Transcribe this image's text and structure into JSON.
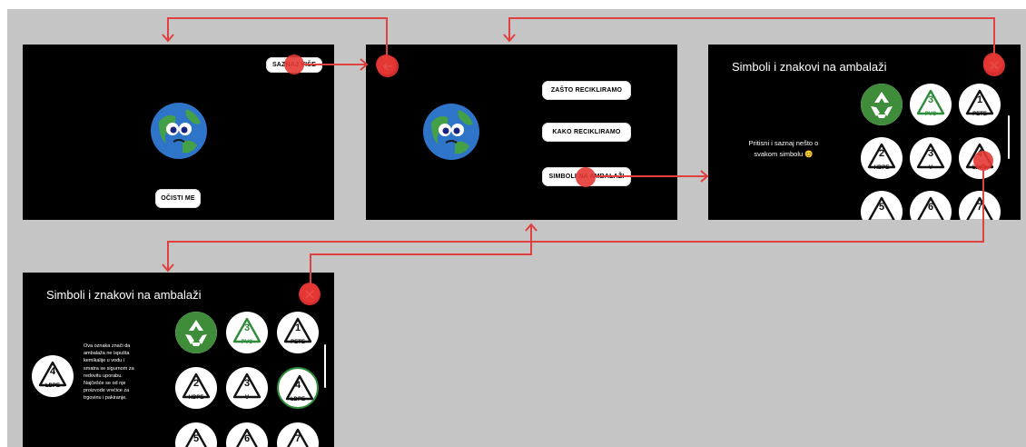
{
  "frame1": {
    "learn_more_label": "SAZNAJ VIŠE",
    "clean_me_label": "OČISTI ME"
  },
  "frame2": {
    "why_label": "ZAŠTO RECIKLIRAMO",
    "how_label": "KAKO RECIKLIRAMO",
    "symbols_label": "SIMBOLI NA AMBALAŽI"
  },
  "frame3": {
    "title": "Simboli i znakovi na ambalaži",
    "hint_line1": "Pritisni i saznaj nešto o",
    "hint_line2": "svakom simbolu 😊"
  },
  "frame4": {
    "title": "Simboli i znakovi na ambalaži",
    "selected_symbol": {
      "number": "4",
      "code": "LDPE"
    },
    "description": [
      "Ova oznaka znači da",
      "ambalaža ne ispušta",
      "kemikalije u vodu i",
      "smatra se sigurnom za",
      "redovitu uporabu.",
      "Najčešće se od nje",
      "proizvode vrećice za",
      "trgovinu i pakiranje."
    ]
  },
  "symbols": [
    {
      "number": "",
      "code": "",
      "style": "recycle-green"
    },
    {
      "number": "3",
      "code": "PVC",
      "style": "green"
    },
    {
      "number": "1",
      "code": "PETE",
      "style": "black"
    },
    {
      "number": "2",
      "code": "HDPE",
      "style": "black"
    },
    {
      "number": "3",
      "code": "V",
      "style": "black"
    },
    {
      "number": "4",
      "code": "LDPE",
      "style": "black"
    },
    {
      "number": "5",
      "code": "",
      "style": "black"
    },
    {
      "number": "6",
      "code": "",
      "style": "black"
    },
    {
      "number": "7",
      "code": "",
      "style": "black"
    }
  ],
  "colors": {
    "board_bg": "#c5c5c5",
    "frame_bg": "#000000",
    "accent_red": "#e53935",
    "close_red": "#d62e2e",
    "recycle_green": "#2e8b3a",
    "flow_line": "#e0403f"
  },
  "icons": {
    "close": "x-close-icon",
    "back": "arrow-left-icon",
    "globe": "earth-mascot-icon",
    "recycle": "recycle-triangle-icon"
  }
}
